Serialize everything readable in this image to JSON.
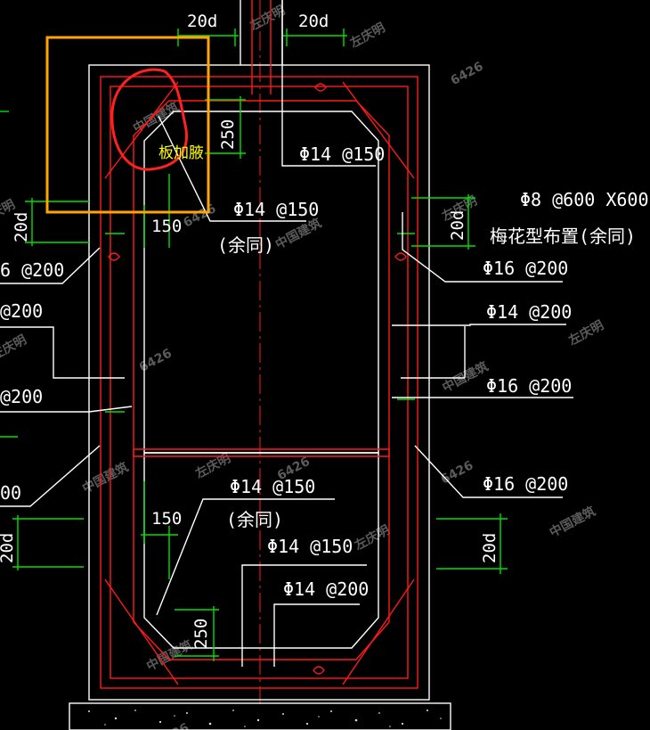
{
  "labels": {
    "top_dim_left": "20d",
    "top_dim_right": "20d",
    "top_right_rebar": "Φ14 @150",
    "haunch_dim_top": "250",
    "haunch_note": "板加腋",
    "inner_top_rebar": "Φ14 @150",
    "inner_top_same": "(余同)",
    "haunch_width_top": "150",
    "left_dim_top": "20d",
    "right_dim_top": "20d",
    "plum_rebar": "Φ8 @600 X600",
    "plum_layout": "梅花型布置(余同)",
    "right_1": "Φ16 @200",
    "right_2": "Φ14 @200",
    "right_3": "Φ16 @200",
    "right_4": "Φ16 @200",
    "left_1": "6 @200",
    "left_2": "@200",
    "left_3": "@200",
    "left_4": "00",
    "inner_bottom_rebar": "Φ14 @150",
    "inner_bottom_same": "(余同)",
    "haunch_width_bottom": "150",
    "bottom_rebar_1": "Φ14 @150",
    "bottom_rebar_2": "Φ14 @200",
    "haunch_dim_bottom": "250",
    "left_dim_bottom": "20d",
    "right_dim_bottom": "20d"
  },
  "watermarks": {
    "name": "左庆明",
    "site": "中国建筑",
    "code": "6426"
  },
  "colors": {
    "background": "#000000",
    "outline": "#ffffff",
    "rebar": "#ff1a1a",
    "dimension": "#00e000",
    "highlight_box": "#ffa500",
    "note": "#ffff00"
  }
}
